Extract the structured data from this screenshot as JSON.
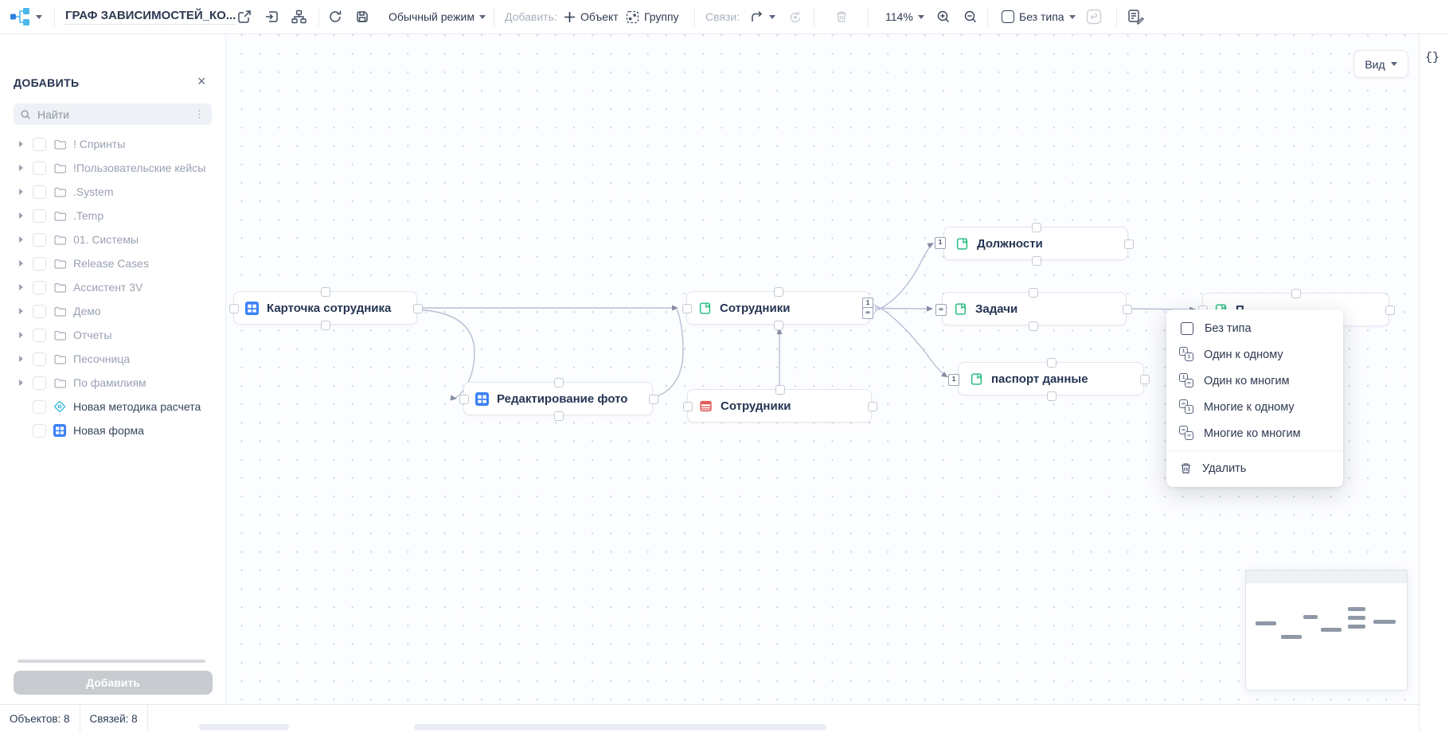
{
  "toolbar": {
    "title": "ГРАФ ЗАВИСИМОСТЕЙ_КО...",
    "mode": "Обычный режим",
    "add_label": "Добавить:",
    "object": "Объект",
    "group": "Группу",
    "links_label": "Связи:",
    "zoom": "114%",
    "link_type": "Без типа"
  },
  "sidebar": {
    "title": "ДОБАВИТЬ",
    "close_icon": "×",
    "search_placeholder": "Найти",
    "folders": [
      "! Спринты",
      "!Пользовательские кейсы",
      ".System",
      ".Temp",
      "01. Системы",
      "Release Cases",
      "Ассистент 3V",
      "Демо",
      "Отчеты",
      "Песочница",
      "По фамилиям"
    ],
    "leaves": [
      {
        "label": "Новая методика расчета",
        "icon": "diamond-icon"
      },
      {
        "label": "Новая форма",
        "icon": "form-icon"
      }
    ],
    "add_button": "Добавить"
  },
  "canvas": {
    "view_button": "Вид",
    "code_icon": "{}",
    "nodes": [
      {
        "label": "Карточка сотрудника",
        "icon": "form-icon"
      },
      {
        "label": "Редактирование фото",
        "icon": "form-icon"
      },
      {
        "label": "Сотрудники",
        "icon": "book-icon"
      },
      {
        "label": "Сотрудники",
        "icon": "table-icon"
      },
      {
        "label": "Должности",
        "icon": "book-icon"
      },
      {
        "label": "Задачи",
        "icon": "book-icon"
      },
      {
        "label": "паспорт данные",
        "icon": "book-icon"
      },
      {
        "label": "П",
        "icon": "book-icon"
      }
    ],
    "badges": [
      "1",
      "∞",
      "1",
      "∞",
      "1"
    ]
  },
  "context_menu": {
    "items": [
      {
        "label": "Без типа",
        "icon": "empty-square"
      },
      {
        "label": "Один к одному",
        "icon": "relation-1-1",
        "a": "1",
        "b": "1"
      },
      {
        "label": "Один ко многим",
        "icon": "relation-1-n",
        "a": "1",
        "b": "∞"
      },
      {
        "label": "Многие к одному",
        "icon": "relation-n-1",
        "a": "∞",
        "b": "1"
      },
      {
        "label": "Многие ко многим",
        "icon": "relation-n-n",
        "a": "∞",
        "b": "∞"
      },
      {
        "label": "Удалить",
        "icon": "trash-icon"
      }
    ]
  },
  "statusbar": {
    "objects": "Объектов: 8",
    "links": "Связей: 8"
  }
}
